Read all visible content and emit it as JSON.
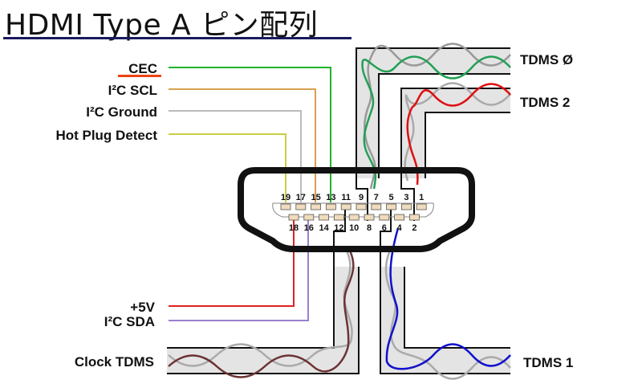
{
  "title": "HDMI Type A ピン配列",
  "labels": {
    "cec": "CEC",
    "i2c_scl": "I²C  SCL",
    "i2c_ground": "I²C  Ground",
    "hot_plug_detect": "Hot Plug Detect",
    "plus5v": "+5V",
    "i2c_sda": "I²C  SDA",
    "clock_tdms": "Clock TDMS",
    "tdms0": "TDMS Ø",
    "tdms2": "TDMS 2",
    "tdms1": "TDMS 1"
  },
  "pins": {
    "top_row": [
      "19",
      "17",
      "15",
      "13",
      "11",
      "9",
      "7",
      "5",
      "3",
      "1"
    ],
    "bottom_row": [
      "18",
      "16",
      "14",
      "12",
      "10",
      "8",
      "6",
      "4",
      "2"
    ]
  },
  "colors": {
    "cec": "#22b22b",
    "cec_underline": "#ee4411",
    "i2c_scl": "#d9a050",
    "i2c_ground": "#bbbbbb",
    "hot_plug_detect": "#cccc44",
    "plus5v": "#dd2222",
    "i2c_sda": "#9980d0",
    "clock_tdms": "#6b3333",
    "tdms0": "#22a055",
    "tdms2": "#dd1111",
    "tdms1": "#1111cc",
    "shield_pair": "#999999",
    "title_underline": "#1a1a5e"
  }
}
